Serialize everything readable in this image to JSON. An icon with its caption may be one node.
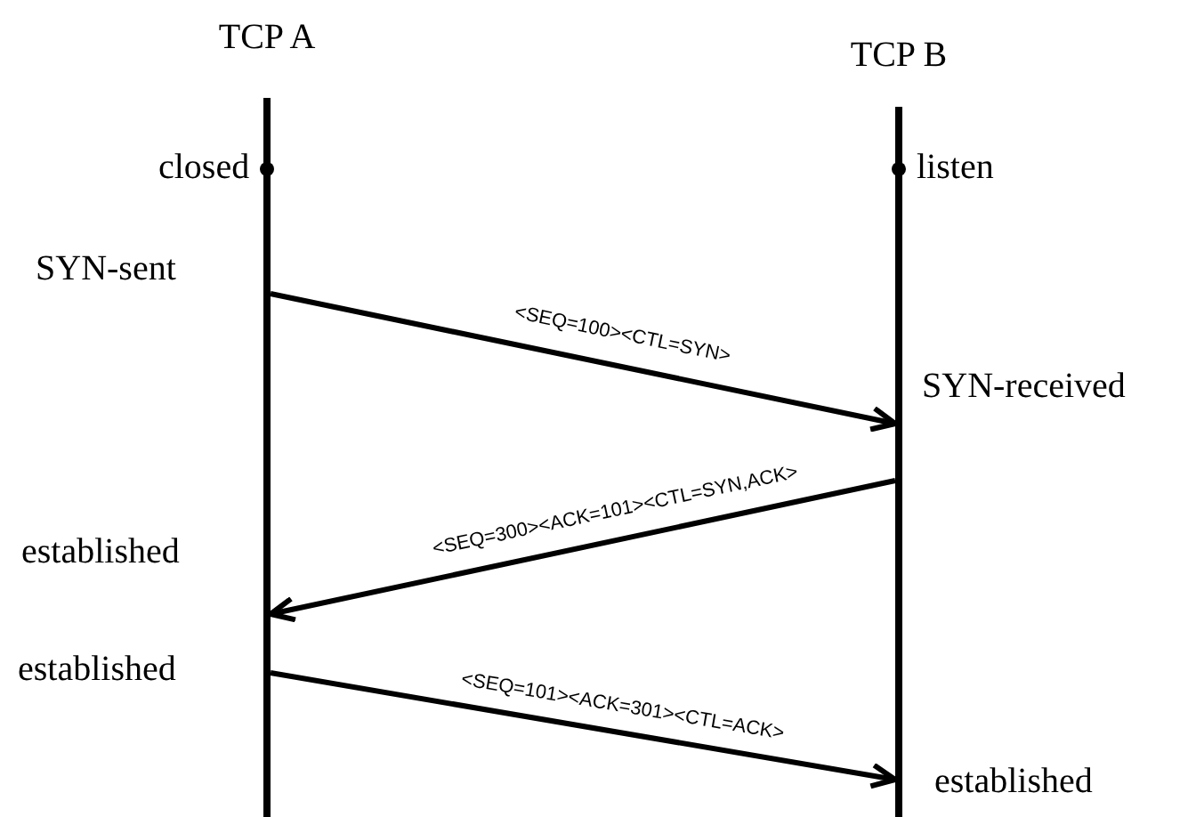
{
  "diagram": {
    "nodes": [
      {
        "text": [
          "TCP A"
        ]
      },
      {
        "text": [
          "TCP B"
        ]
      }
    ],
    "edges": [
      {
        "from": 0,
        "to": 1,
        "arrow": "to",
        "label": "<SEQ=100><CTL=SYN>"
      },
      {
        "from": 1,
        "to": 0,
        "arrow": "to",
        "label": "<SEQ=300><ACK=101><CTL=SYN,ACK>"
      },
      {
        "from": 0,
        "to": 1,
        "arrow": "to",
        "label": "<SEQ=101><ACK=301><CTL=ACK>"
      }
    ],
    "labels": [
      "closed",
      "listen",
      "SYN-sent",
      "SYN-received",
      "established",
      "established",
      "established"
    ]
  }
}
